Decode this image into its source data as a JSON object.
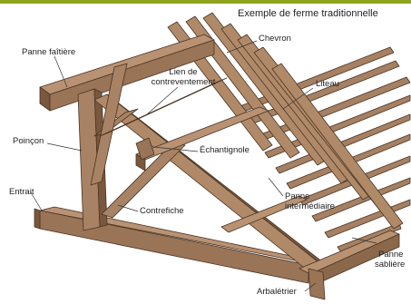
{
  "title": "Exemple de ferme traditionnelle",
  "labels": {
    "panne_faitiere": "Panne faîtière",
    "chevron": "Chevron",
    "lien_line1": "Lien de",
    "lien_line2": "contreventement",
    "liteau": "Liteau",
    "poincon": "Poinçon",
    "echantignole": "Échantignole",
    "entrait": "Entrait",
    "contrefiche": "Contrefiche",
    "panne_int_line1": "Panne",
    "panne_int_line2": "intermédiaire",
    "panne_sabliere_line1": "Panne",
    "panne_sabliere_line2": "sablière",
    "arbaletrier": "Arbalétrier"
  },
  "colors": {
    "wood_light": "#b08a68",
    "wood_mid": "#8f6a4c",
    "wood_dark": "#6e4f37",
    "outline": "#4a3424",
    "accent_bar": "#8fa31d"
  }
}
